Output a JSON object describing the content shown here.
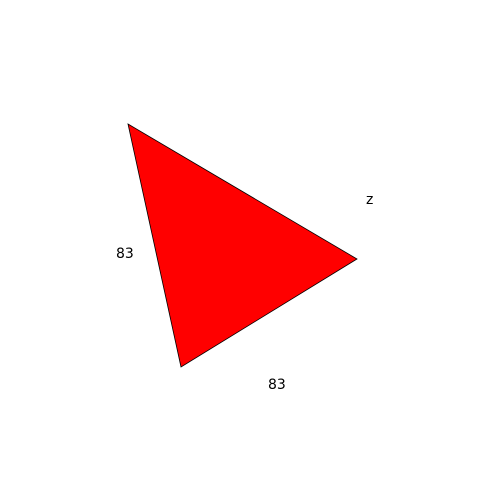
{
  "triangle": {
    "fill_color": "#ff0000",
    "stroke_color": "#000000"
  },
  "labels": {
    "left_side": "83",
    "bottom_side": "83",
    "right_side": "z"
  }
}
